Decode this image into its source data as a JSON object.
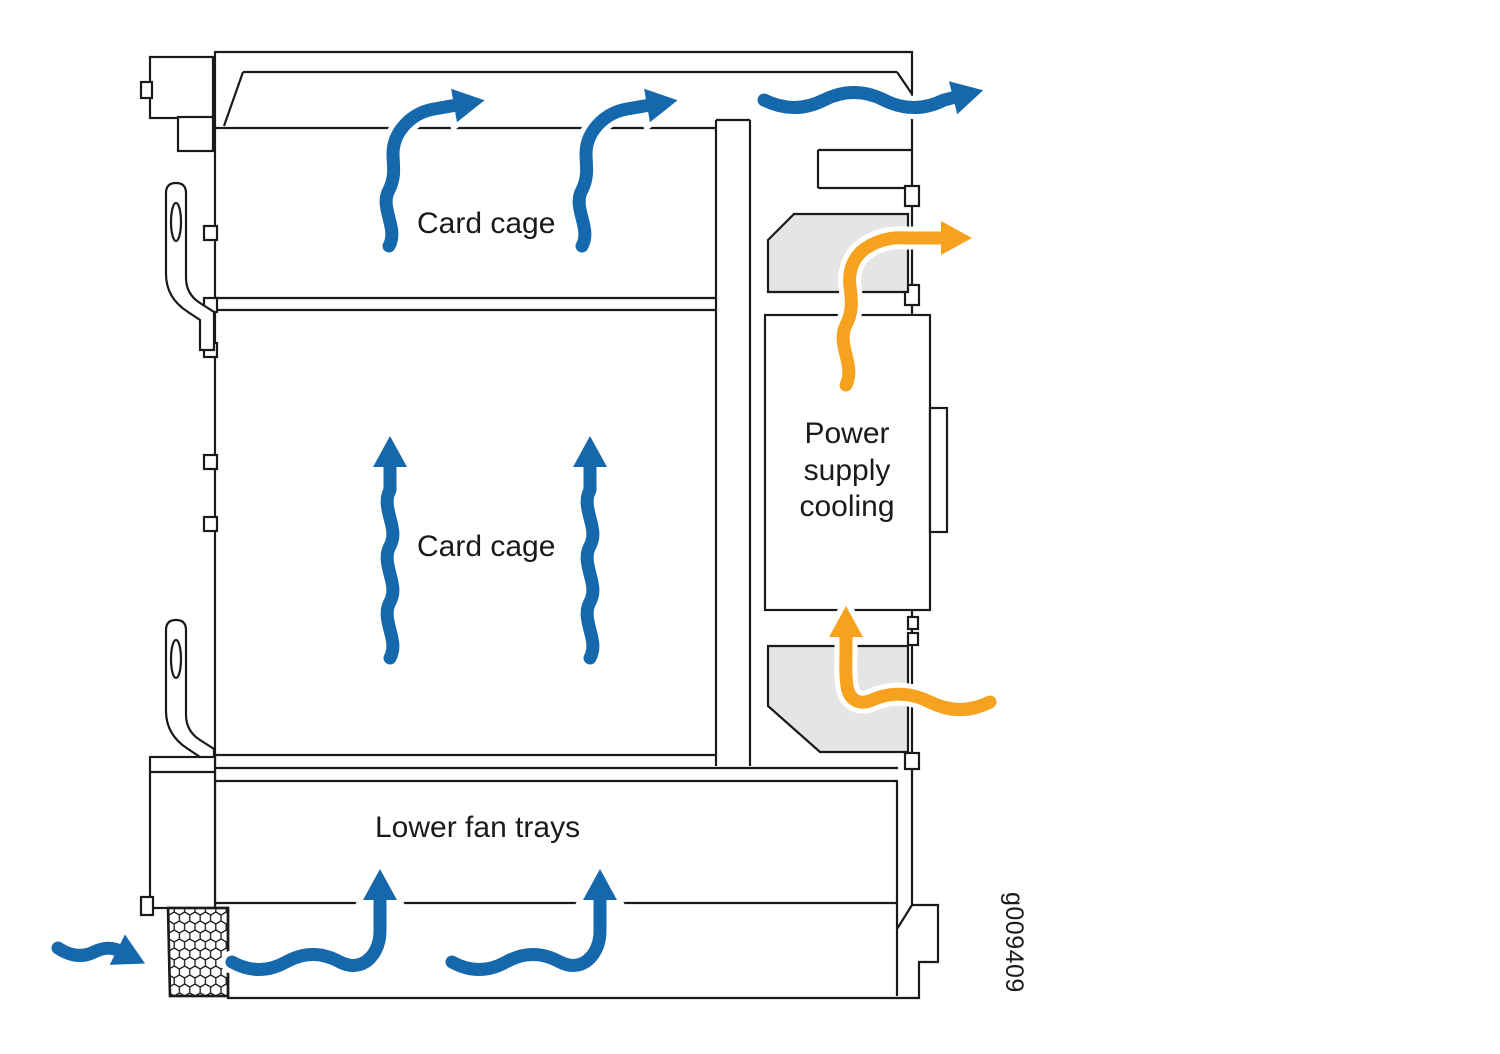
{
  "figure": {
    "id": "g009409",
    "labels": {
      "upper_card_cage": "Card cage",
      "middle_card_cage": "Card cage",
      "power_supply_cooling": "Power supply cooling",
      "lower_fan_trays": "Lower fan trays"
    },
    "airflow": {
      "cold_color": "#1668ad",
      "hot_color": "#f6a21e",
      "arrows": [
        {
          "name": "chassis-intake",
          "type": "cold",
          "direction": "right into honeycomb vent"
        },
        {
          "name": "fan-intake-1",
          "type": "cold",
          "direction": "right then up through lower fan trays"
        },
        {
          "name": "fan-intake-2",
          "type": "cold",
          "direction": "right then up through lower fan trays"
        },
        {
          "name": "card-cage-up-1",
          "type": "cold",
          "direction": "up through card cage"
        },
        {
          "name": "card-cage-up-2",
          "type": "cold",
          "direction": "up through card cage"
        },
        {
          "name": "upper-exhaust-1",
          "type": "cold",
          "direction": "up then right out of upper card cage"
        },
        {
          "name": "upper-exhaust-2",
          "type": "cold",
          "direction": "up then right out of upper card cage"
        },
        {
          "name": "top-exhaust",
          "type": "cold",
          "direction": "right out of chassis top"
        },
        {
          "name": "psu-exhaust-top",
          "type": "hot",
          "direction": "up then right out of power supply"
        },
        {
          "name": "psu-intake-bottom",
          "type": "hot",
          "direction": "left then up into power supply"
        }
      ]
    },
    "colors": {
      "outline": "#1a1a1a",
      "baffle_fill": "#e5e5e5",
      "background": "#ffffff"
    }
  }
}
